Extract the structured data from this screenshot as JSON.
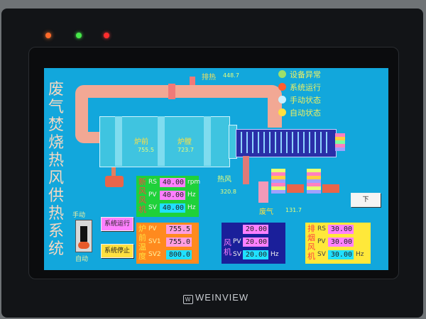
{
  "device": {
    "brand": "WEINVIEW"
  },
  "title_chars": [
    "废",
    "气",
    "焚",
    "烧",
    "热",
    "风",
    "供",
    "热",
    "系",
    "统"
  ],
  "top_reading": {
    "label": "排热",
    "value": "448.7"
  },
  "status": [
    {
      "label": "设备异常",
      "color": "#9fe06a"
    },
    {
      "label": "系统运行",
      "color": "#ff5c2e"
    },
    {
      "label": "手动状态",
      "color": "#c9f0ff"
    },
    {
      "label": "自动状态",
      "color": "#ffe040"
    }
  ],
  "furnace": {
    "front_label": "炉前",
    "front_value": "755.5",
    "chamber_label": "炉膛",
    "chamber_value": "723.7"
  },
  "hot_air": {
    "label": "热风",
    "value": "320.8"
  },
  "exhaust": {
    "label": "废气",
    "value": "131.7"
  },
  "fresh_fan": {
    "labels": [
      "新",
      "风",
      "风",
      "机"
    ],
    "rows": [
      {
        "tag": "RS",
        "value": "40.00",
        "unit": "rpm"
      },
      {
        "tag": "PV",
        "value": "40.00",
        "unit": "Hz"
      },
      {
        "tag": "SV",
        "value": "40.00",
        "unit": "Hz"
      }
    ]
  },
  "furnace_temp": {
    "labels": [
      "炉",
      "前",
      "温",
      "度"
    ],
    "rows": [
      {
        "tag": "PV",
        "value": "755.5"
      },
      {
        "tag": "SV1",
        "value": "755.0"
      },
      {
        "tag": "SV2",
        "value": "800.0"
      }
    ]
  },
  "blower": {
    "labels": [
      "风",
      "机"
    ],
    "rows": [
      {
        "tag": "",
        "value": "20.00"
      },
      {
        "tag": "PV",
        "value": "20.00"
      },
      {
        "tag": "SV",
        "value": "20.00",
        "unit": "Hz"
      }
    ]
  },
  "exhaust_fan": {
    "labels": [
      "排",
      "烟",
      "风",
      "机"
    ],
    "rows": [
      {
        "tag": "RS",
        "value": "30.00"
      },
      {
        "tag": "PV",
        "value": "30.00"
      },
      {
        "tag": "SV",
        "value": "30.00",
        "unit": "Hz"
      }
    ]
  },
  "controls": {
    "switch_top": "手动",
    "switch_bottom": "自动",
    "run_button": "系统运行",
    "stop_button": "系统停止",
    "next_button": "下"
  }
}
